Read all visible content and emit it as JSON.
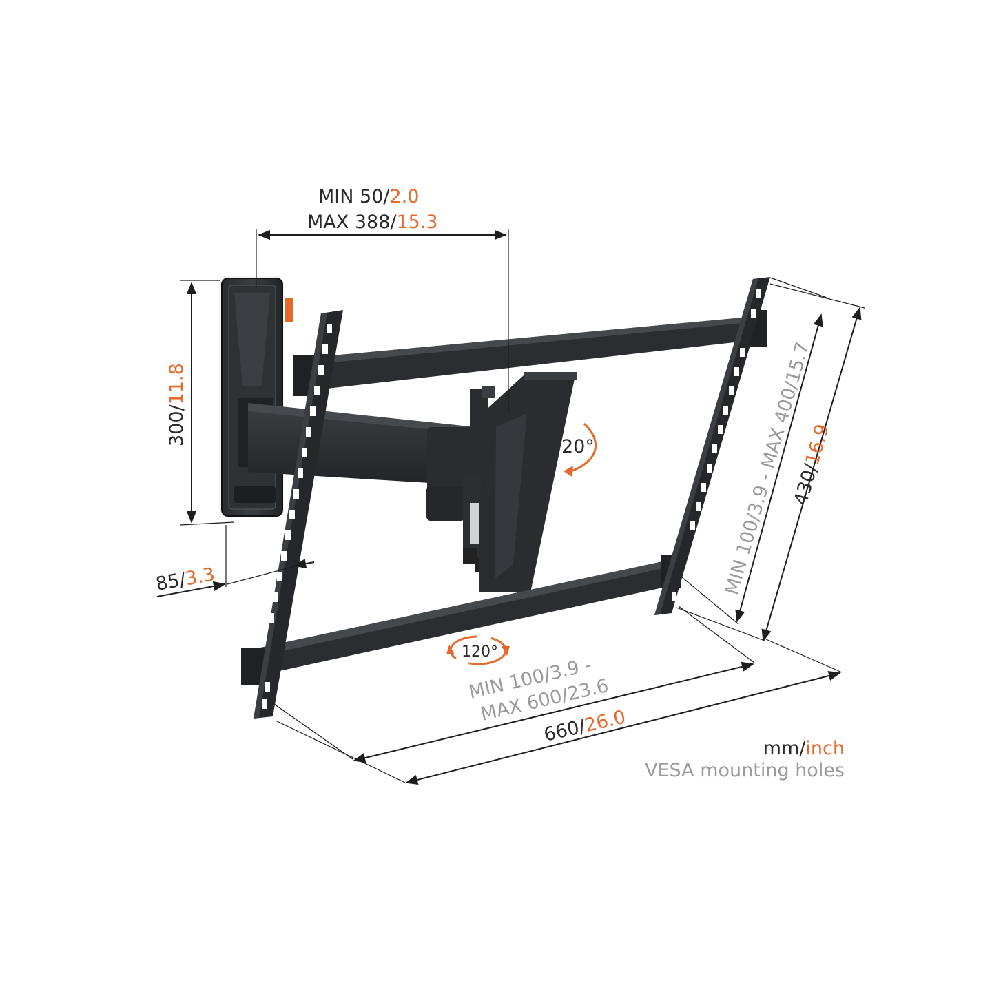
{
  "dimensions": {
    "arm_extension": {
      "min_mm": "MIN 50/",
      "min_inch": "2.0",
      "max_mm": "MAX 388/",
      "max_inch": "15.3"
    },
    "wall_plate_height": {
      "mm": "300/",
      "inch": "11.8"
    },
    "wall_distance": {
      "mm": "85/",
      "inch": "3.3"
    },
    "vesa_vertical": {
      "text": "MIN 100/3.9 - MAX 400/15.7"
    },
    "bracket_height": {
      "mm": "430/",
      "inch": "16.9"
    },
    "vesa_horizontal": {
      "line1": "MIN 100/3.9 -",
      "line2": "MAX 600/23.6"
    },
    "bracket_width": {
      "mm": "660/",
      "inch": "26.0"
    }
  },
  "angles": {
    "tilt": "20°",
    "swivel": "120°"
  },
  "legend": {
    "unit_mm": "mm/",
    "unit_inch": "inch",
    "vesa_note": "VESA mounting holes"
  },
  "colors": {
    "metric": "#2a2a2a",
    "imperial": "#e5692a",
    "vesa": "#9a9a9a",
    "product": "#2b2d30"
  },
  "icons": {
    "tilt": "curved-arrow-icon",
    "swivel": "rotate-icon"
  }
}
